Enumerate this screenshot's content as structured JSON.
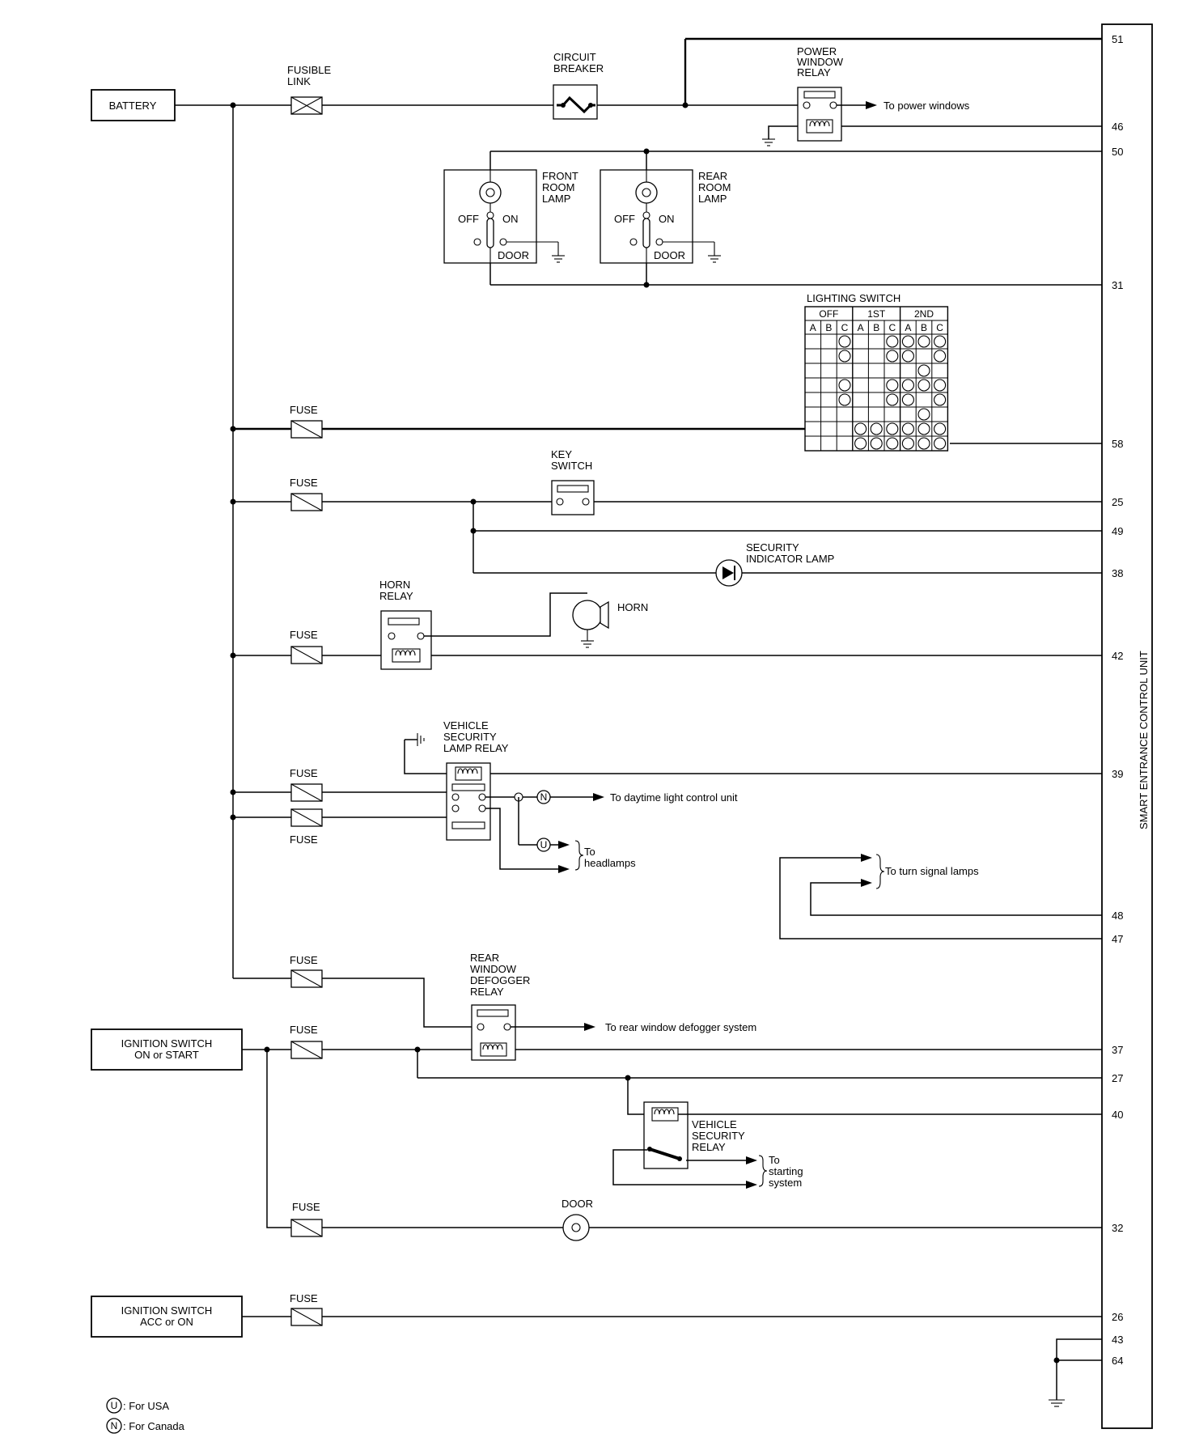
{
  "sources": {
    "battery": [
      "BATTERY"
    ],
    "ignition_on_start": [
      "IGNITION SWITCH",
      "ON or START"
    ],
    "ignition_acc_on": [
      "IGNITION SWITCH",
      "ACC or ON"
    ]
  },
  "components": {
    "fusible_link": [
      "FUSIBLE",
      "LINK"
    ],
    "circuit_breaker": [
      "CIRCUIT",
      "BREAKER"
    ],
    "power_window_relay": [
      "POWER",
      "WINDOW",
      "RELAY"
    ],
    "front_room_lamp": [
      "FRONT",
      "ROOM",
      "LAMP"
    ],
    "rear_room_lamp": [
      "REAR",
      "ROOM",
      "LAMP"
    ],
    "room_lamp_off": "OFF",
    "room_lamp_on": "ON",
    "room_lamp_door": "DOOR",
    "fuse": "FUSE",
    "key_switch": [
      "KEY",
      "SWITCH"
    ],
    "security_indicator_lamp": [
      "SECURITY",
      "INDICATOR LAMP"
    ],
    "horn_relay": [
      "HORN",
      "RELAY"
    ],
    "horn": "HORN",
    "vehicle_security_lamp_relay": [
      "VEHICLE",
      "SECURITY",
      "LAMP RELAY"
    ],
    "rear_window_defogger_relay": [
      "REAR",
      "WINDOW",
      "DEFOGGER",
      "RELAY"
    ],
    "vehicle_security_relay": [
      "VEHICLE",
      "SECURITY",
      "RELAY"
    ],
    "door_switch": "DOOR"
  },
  "destinations": {
    "power_windows": "To power windows",
    "daytime_light": "To daytime light control unit",
    "headlamps": [
      "To",
      "headlamps"
    ],
    "turn_signal": "To turn signal lamps",
    "rear_defogger": "To rear window defogger system",
    "starting": [
      "To",
      "starting",
      "system"
    ]
  },
  "lighting_switch": {
    "title": "LIGHTING SWITCH",
    "positions": [
      "OFF",
      "1ST",
      "2ND"
    ],
    "columns": [
      "A",
      "B",
      "C",
      "A",
      "B",
      "C",
      "A",
      "B",
      "C"
    ],
    "grid": [
      [
        0,
        0,
        1,
        0,
        0,
        1,
        1,
        1,
        1
      ],
      [
        0,
        0,
        1,
        0,
        0,
        1,
        1,
        0,
        1
      ],
      [
        0,
        0,
        0,
        0,
        0,
        0,
        0,
        1,
        0
      ],
      [
        0,
        0,
        1,
        0,
        0,
        1,
        1,
        1,
        1
      ],
      [
        0,
        0,
        1,
        0,
        0,
        1,
        1,
        0,
        1
      ],
      [
        0,
        0,
        0,
        0,
        0,
        0,
        0,
        1,
        0
      ],
      [
        0,
        0,
        0,
        1,
        1,
        1,
        1,
        1,
        1
      ],
      [
        0,
        0,
        0,
        1,
        1,
        1,
        1,
        1,
        1
      ]
    ]
  },
  "control_unit": "SMART ENTRANCE CONTROL UNIT",
  "pins": {
    "p51": "51",
    "p46": "46",
    "p50": "50",
    "p31": "31",
    "p58": "58",
    "p25": "25",
    "p49": "49",
    "p38": "38",
    "p42": "42",
    "p39": "39",
    "p48": "48",
    "p47": "47",
    "p37": "37",
    "p27": "27",
    "p40": "40",
    "p32": "32",
    "p26": "26",
    "p43": "43",
    "p64": "64"
  },
  "legend": {
    "u_symbol": "U",
    "u_text": ": For USA",
    "n_symbol": "N",
    "n_text": ": For Canada"
  }
}
